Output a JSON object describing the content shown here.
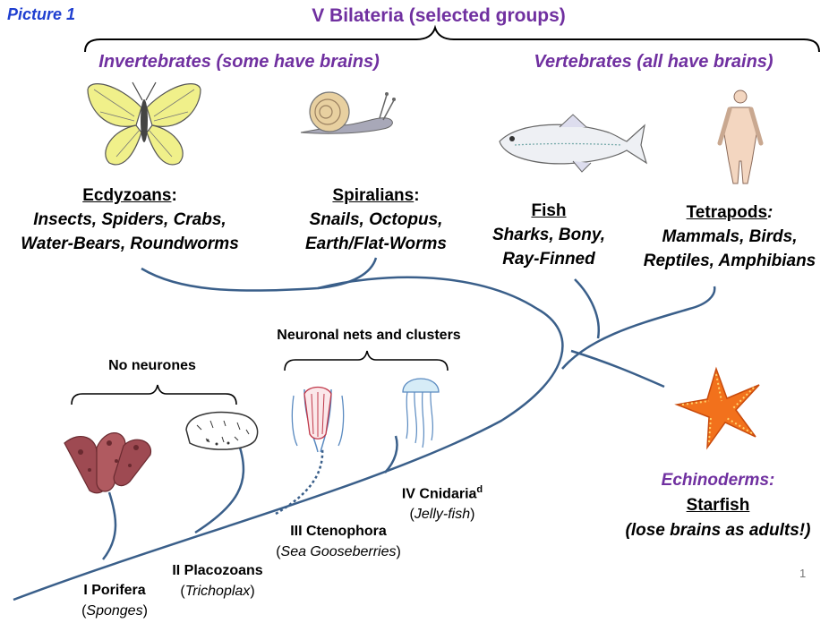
{
  "picture_label": "Picture 1",
  "title": "V Bilateria (selected groups)",
  "invertebrates": {
    "title": "Invertebrates (some have brains)"
  },
  "vertebrates": {
    "title": "Vertebrates (all have brains)"
  },
  "groups": {
    "ecdyzoans": {
      "head": "Ecdyzoans",
      "colon": ":",
      "line1": "Insects, Spiders, Crabs,",
      "line2": "Water-Bears, Roundworms"
    },
    "spiralians": {
      "head": "Spiralians",
      "colon": ":",
      "line1": "Snails, Octopus,",
      "line2": "Earth/Flat-Worms"
    },
    "fish": {
      "head": "Fish",
      "line1": "Sharks, Bony,",
      "line2": "Ray-Finned"
    },
    "tetrapods": {
      "head": "Tetrapods",
      "colon": ":",
      "line1": "Mammals, Birds,",
      "line2": "Reptiles, Amphibians"
    }
  },
  "neuronal_label": "Neuronal nets and clusters",
  "no_neurones_label": "No neurones",
  "leaves": {
    "porifera": {
      "name": "I Porifera",
      "common_open": "(",
      "common": "Sponges",
      "common_close": ")"
    },
    "placozoans": {
      "name": "II Placozoans",
      "common_open": "(",
      "common": "Trichoplax",
      "common_close": ")"
    },
    "ctenophora": {
      "name": "III Ctenophora",
      "common_open": "(",
      "common": "Sea Gooseberries",
      "common_close": ")"
    },
    "cnidaria": {
      "name": "IV Cnidaria",
      "sup": "d",
      "common_open": "(",
      "common": "Jelly-fish",
      "common_close": ")"
    }
  },
  "echinoderms": {
    "title": "Echinoderms:",
    "head": "Starfish",
    "note": "(lose brains as adults!)"
  },
  "page_number": "1",
  "colors": {
    "branch": "#3a5f8a",
    "purple": "#7030a0",
    "blue": "#1f3fd0",
    "starfish": "#f2711c"
  }
}
